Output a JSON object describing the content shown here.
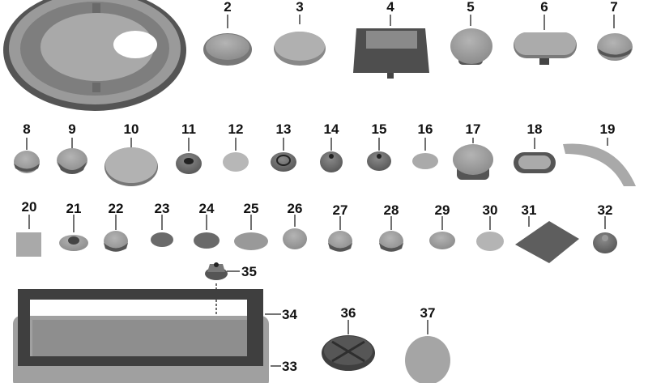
{
  "diagram": {
    "type": "exploded parts diagram",
    "subject": "Plugs, grommets and covers",
    "background": "#ffffff",
    "part_color": "#8c8c8c",
    "dark_part_color": "#5a5a5a",
    "callouts": [
      {
        "id": "2",
        "label": "2"
      },
      {
        "id": "3",
        "label": "3"
      },
      {
        "id": "4",
        "label": "4"
      },
      {
        "id": "5",
        "label": "5"
      },
      {
        "id": "6",
        "label": "6"
      },
      {
        "id": "7",
        "label": "7"
      },
      {
        "id": "8",
        "label": "8"
      },
      {
        "id": "9",
        "label": "9"
      },
      {
        "id": "10",
        "label": "10"
      },
      {
        "id": "11",
        "label": "11"
      },
      {
        "id": "12",
        "label": "12"
      },
      {
        "id": "13",
        "label": "13"
      },
      {
        "id": "14",
        "label": "14"
      },
      {
        "id": "15",
        "label": "15"
      },
      {
        "id": "16",
        "label": "16"
      },
      {
        "id": "17",
        "label": "17"
      },
      {
        "id": "18",
        "label": "18"
      },
      {
        "id": "19",
        "label": "19"
      },
      {
        "id": "20",
        "label": "20"
      },
      {
        "id": "21",
        "label": "21"
      },
      {
        "id": "22",
        "label": "22"
      },
      {
        "id": "23",
        "label": "23"
      },
      {
        "id": "24",
        "label": "24"
      },
      {
        "id": "25",
        "label": "25"
      },
      {
        "id": "26",
        "label": "26"
      },
      {
        "id": "27",
        "label": "27"
      },
      {
        "id": "28",
        "label": "28"
      },
      {
        "id": "29",
        "label": "29"
      },
      {
        "id": "30",
        "label": "30"
      },
      {
        "id": "31",
        "label": "31"
      },
      {
        "id": "32",
        "label": "32"
      },
      {
        "id": "33",
        "label": "33"
      },
      {
        "id": "34",
        "label": "34"
      },
      {
        "id": "35",
        "label": "35"
      },
      {
        "id": "36",
        "label": "36"
      },
      {
        "id": "37",
        "label": "37"
      }
    ]
  }
}
